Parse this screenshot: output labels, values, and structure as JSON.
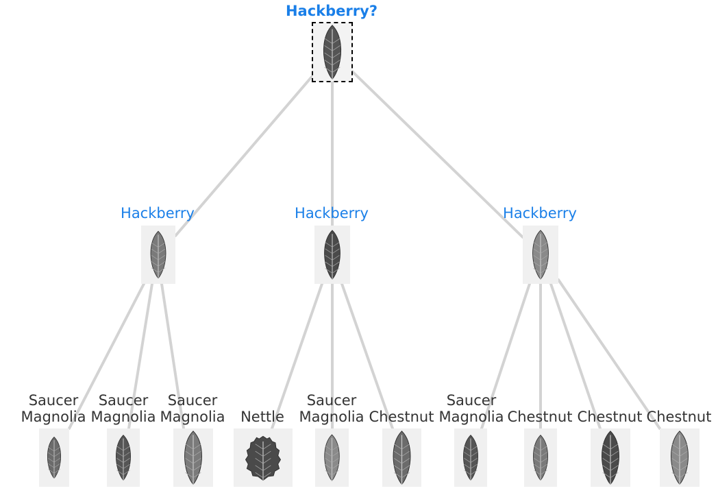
{
  "root": {
    "label": "Hackberry?",
    "icon": "leaf-icon",
    "query": true
  },
  "level1": [
    {
      "label": "Hackberry",
      "icon": "leaf-icon"
    },
    {
      "label": "Hackberry",
      "icon": "leaf-icon"
    },
    {
      "label": "Hackberry",
      "icon": "leaf-icon"
    }
  ],
  "leaves": [
    {
      "parent": 0,
      "label": "Saucer\nMagnolia",
      "icon": "leaf-icon"
    },
    {
      "parent": 0,
      "label": "Saucer\nMagnolia",
      "icon": "leaf-icon"
    },
    {
      "parent": 0,
      "label": "Saucer\nMagnolia",
      "icon": "leaf-icon"
    },
    {
      "parent": 1,
      "label": "Nettle",
      "icon": "serrated-leaf-icon"
    },
    {
      "parent": 1,
      "label": "Saucer\nMagnolia",
      "icon": "leaf-icon"
    },
    {
      "parent": 1,
      "label": "Chestnut",
      "icon": "leaf-icon"
    },
    {
      "parent": 2,
      "label": "Saucer\nMagnolia",
      "icon": "leaf-icon"
    },
    {
      "parent": 2,
      "label": "Chestnut",
      "icon": "leaf-icon"
    },
    {
      "parent": 2,
      "label": "Chestnut",
      "icon": "leaf-icon"
    },
    {
      "parent": 2,
      "label": "Chestnut",
      "icon": "leaf-icon"
    }
  ],
  "colors": {
    "accent": "#1a7fe8",
    "leaf_label": "#333333",
    "edge": "#d3d3d3"
  }
}
